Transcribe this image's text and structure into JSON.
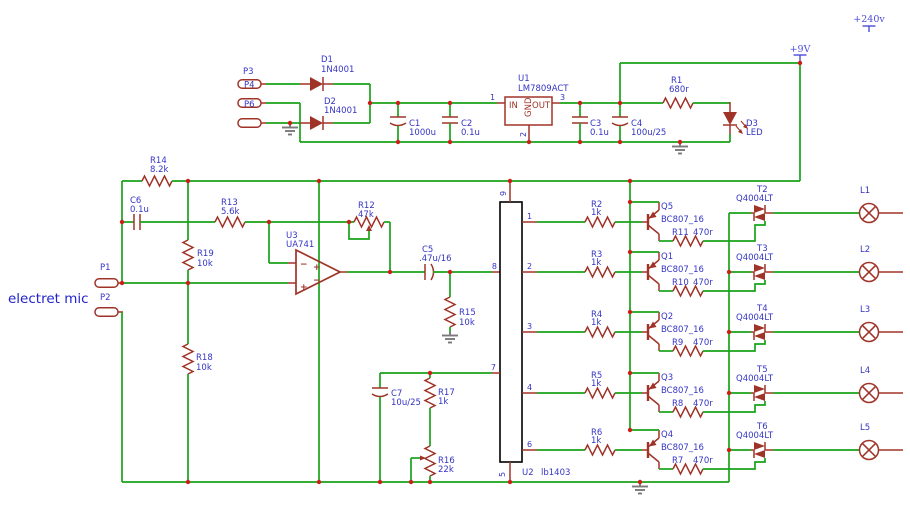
{
  "sch": {
    "mic_label": "electret mic",
    "power": {
      "v9": "+9V",
      "v240": "+240v"
    },
    "conn": {
      "p1": "P1",
      "p2": "P2",
      "p3": "P3",
      "p4": "P4",
      "p6": "P6"
    },
    "rect": {
      "d1": "D1",
      "d1v": "1N4001",
      "d2": "D2",
      "d2v": "1N4001",
      "c1": "C1",
      "c1v": "1000u",
      "c2": "C2",
      "c2v": "0.1u"
    },
    "reg": {
      "ref": "U1",
      "part": "LM7809ACT",
      "pin_in": "IN",
      "pin_gnd": "GND",
      "pin_out": "OUT",
      "n1": "1",
      "n2": "2",
      "n3": "3",
      "c3": "C3",
      "c3v": "0.1u",
      "c4": "C4",
      "c4v": "100u/25",
      "r1": "R1",
      "r1v": "680r",
      "d3": "D3",
      "d3v": "LED"
    },
    "amp": {
      "r14": "R14",
      "r14v": "8.2k",
      "c6": "C6",
      "c6v": "0.1u",
      "r13": "R13",
      "r13v": "5.6k",
      "r19": "R19",
      "r19v": "10k",
      "r18": "R18",
      "r18v": "10k",
      "r12": "R12",
      "r12v": "47k",
      "u3": "U3",
      "u3part": "UA741",
      "c5": "C5",
      "c5v": ".47u/16",
      "r15": "R15",
      "r15v": "10k",
      "in_minus": "−",
      "in_plus": "+",
      "pwr_plus": "+",
      "pwr_minus": "−"
    },
    "drv": {
      "ref": "U2",
      "part": "lb1403",
      "p9": "9",
      "p8": "8",
      "p7": "7",
      "p5": "5",
      "c7": "C7",
      "c7v": "10u/25",
      "r17": "R17",
      "r17v": "1k",
      "r16": "R16",
      "r16v": "22k"
    },
    "channels": [
      {
        "pin": "1",
        "r": "R2",
        "rv": "1k",
        "q": "Q5",
        "qv": "BC807_16",
        "rc": "R11",
        "rcv": "470r",
        "t": "T2",
        "tv": "Q4004LT",
        "l": "L1"
      },
      {
        "pin": "2",
        "r": "R3",
        "rv": "1k",
        "q": "Q1",
        "qv": "BC807_16",
        "rc": "R10",
        "rcv": "470r",
        "t": "T3",
        "tv": "Q4004LT",
        "l": "L2"
      },
      {
        "pin": "3",
        "r": "R4",
        "rv": "1k",
        "q": "Q2",
        "qv": "BC807_16",
        "rc": "R9",
        "rcv": "470r",
        "t": "T4",
        "tv": "Q4004LT",
        "l": "L3"
      },
      {
        "pin": "4",
        "r": "R5",
        "rv": "1k",
        "q": "Q3",
        "qv": "BC807_16",
        "rc": "R8",
        "rcv": "470r",
        "t": "T5",
        "tv": "Q4004LT",
        "l": "L4"
      },
      {
        "pin": "6",
        "r": "R6",
        "rv": "1k",
        "q": "Q4",
        "qv": "BC807_16",
        "rc": "R7",
        "rcv": "470r",
        "t": "T6",
        "tv": "Q4004LT",
        "l": "L5"
      }
    ],
    "colors": {
      "wire": "#19a319",
      "component": "#a03328",
      "label": "#3434c4",
      "junction": "#c9201a",
      "power_label": "#4d4dd8",
      "ic_outline": "#000000",
      "ground": "#7a7a7a",
      "background": "#ffffff"
    }
  }
}
